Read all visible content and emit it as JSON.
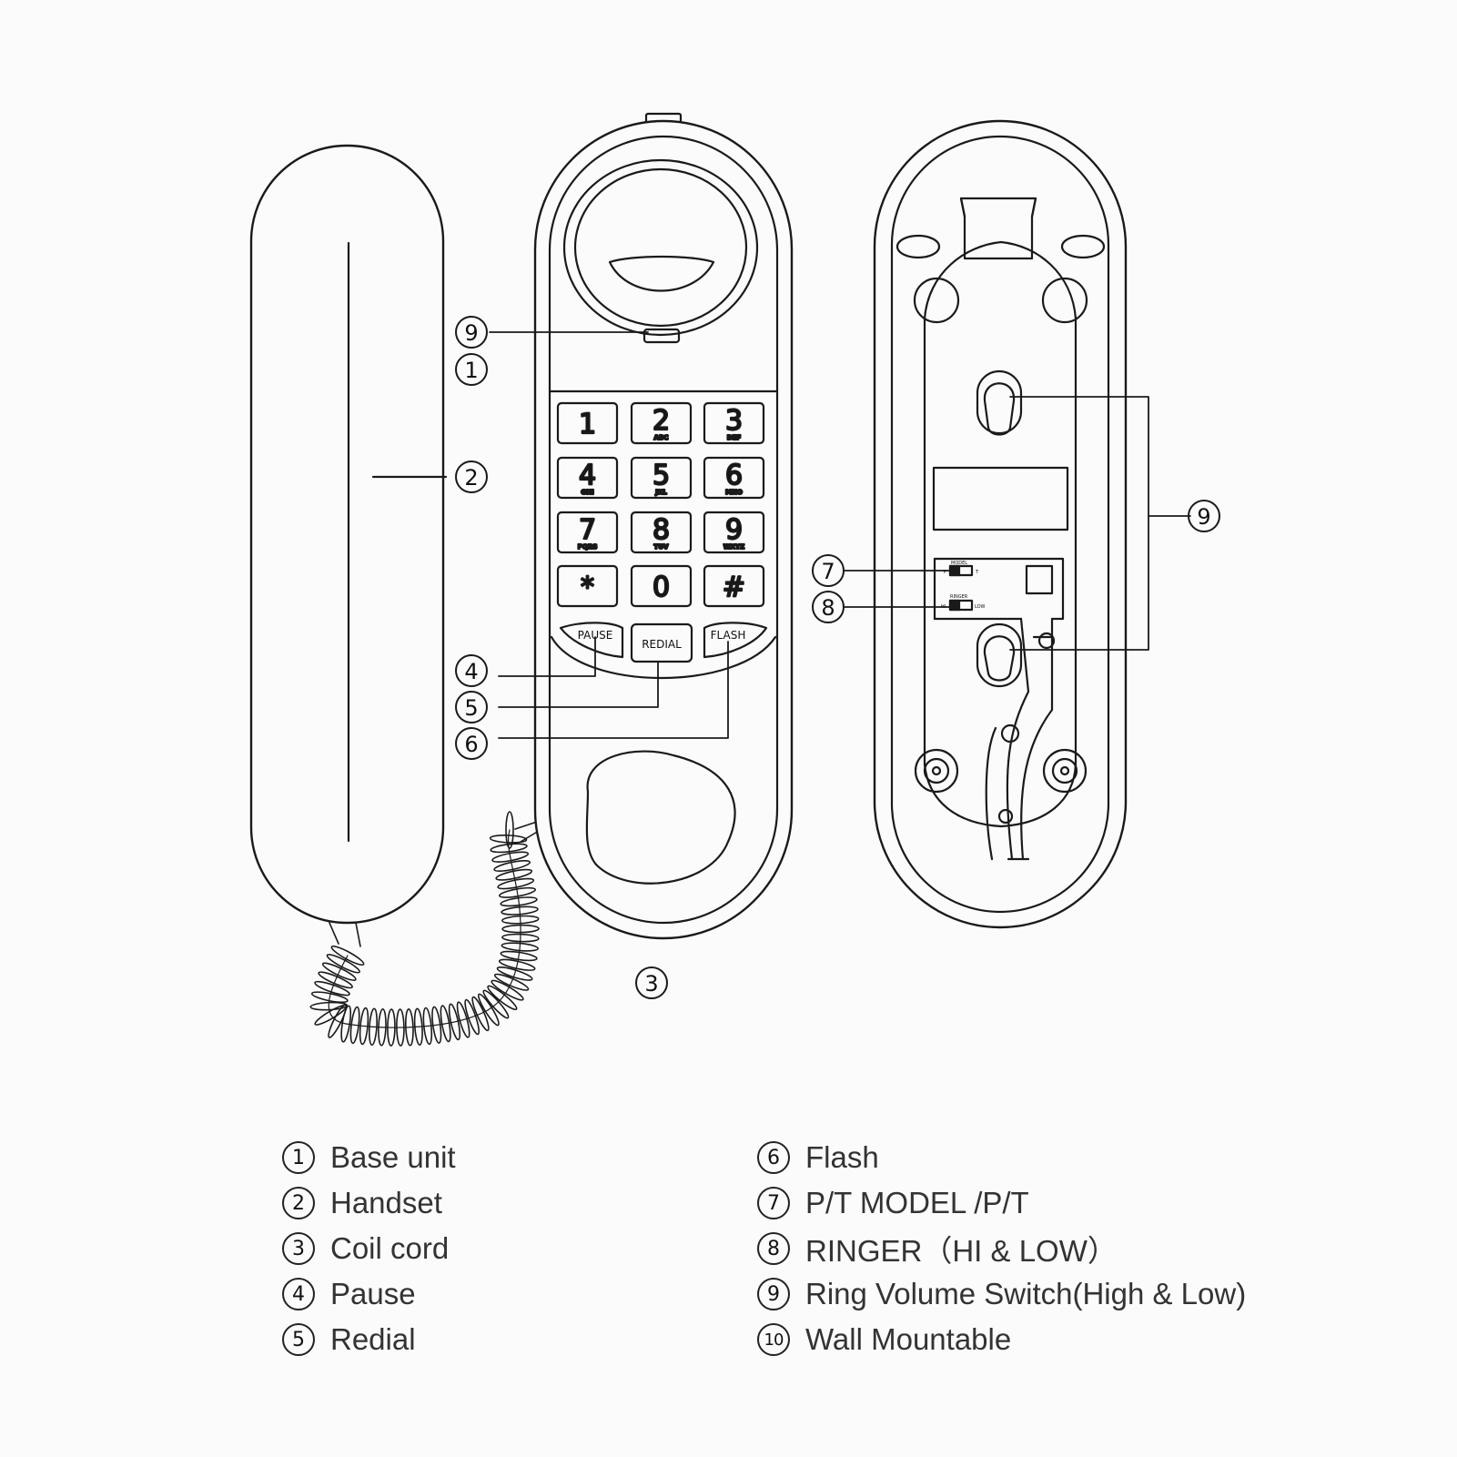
{
  "keypad": [
    {
      "main": "1",
      "sub": ""
    },
    {
      "main": "2",
      "sub": "ABC"
    },
    {
      "main": "3",
      "sub": "DEF"
    },
    {
      "main": "4",
      "sub": "GHI"
    },
    {
      "main": "5",
      "sub": "JKL"
    },
    {
      "main": "6",
      "sub": "MNO"
    },
    {
      "main": "7",
      "sub": "PQRS"
    },
    {
      "main": "8",
      "sub": "TUV"
    },
    {
      "main": "9",
      "sub": "WXYZ"
    },
    {
      "main": "*",
      "sub": ""
    },
    {
      "main": "0",
      "sub": ""
    },
    {
      "main": "#",
      "sub": ""
    }
  ],
  "function_keys": {
    "pause": "PAUSE",
    "redial": "REDIAL",
    "flash": "FLASH"
  },
  "back_switches": {
    "model_label": "MODEL",
    "model_p": "P",
    "model_t": "T",
    "ringer_label": "RINGER",
    "ringer_hi": "HI",
    "ringer_low": "LOW"
  },
  "callouts": {
    "c9_front": "9",
    "c1": "1",
    "c2": "2",
    "c3": "3",
    "c4": "4",
    "c5": "5",
    "c6": "6",
    "c7": "7",
    "c8": "8",
    "c9_back": "9"
  },
  "legend": [
    {
      "num": "1",
      "text": "Base unit"
    },
    {
      "num": "2",
      "text": "Handset"
    },
    {
      "num": "3",
      "text": "Coil cord"
    },
    {
      "num": "4",
      "text": "Pause"
    },
    {
      "num": "5",
      "text": "Redial"
    },
    {
      "num": "6",
      "text": "Flash"
    },
    {
      "num": "7",
      "text": "P/T MODEL /P/T"
    },
    {
      "num": "8",
      "text": "RINGER（HI & LOW）"
    },
    {
      "num": "9",
      "text": "Ring Volume Switch(High & Low)"
    },
    {
      "num": "10",
      "text": "Wall Mountable"
    }
  ]
}
